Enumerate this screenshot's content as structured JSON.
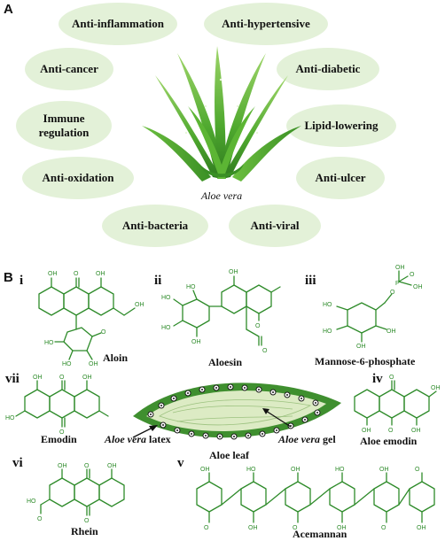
{
  "panelA": {
    "letter": "A",
    "activities": [
      "Anti-inflammation",
      "Anti-hypertensive",
      "Anti-cancer",
      "Anti-diabetic",
      "Immune",
      "regulation",
      "Lipid-lowering",
      "Anti-oxidation",
      "Anti-ulcer",
      "Anti-bacteria",
      "Anti-viral"
    ],
    "plant_label_italic": "Aloe vera"
  },
  "panelB": {
    "letter": "B",
    "compounds": {
      "i": "i",
      "ii": "ii",
      "iii": "iii",
      "iv": "iv",
      "v": "v",
      "vi": "vi",
      "vii": "vii",
      "aloin": "Aloin",
      "aloesin": "Aloesin",
      "m6p": "Mannose-6-phosphate",
      "emodin": "Emodin",
      "aloe_emodin": "Aloe emodin",
      "rhein": "Rhein",
      "acemannan": "Acemannan"
    },
    "leaf": {
      "title": "Aloe leaf",
      "latex_italic": "Aloe vera",
      "latex_suffix": " latex",
      "gel_italic": "Aloe vera",
      "gel_suffix": " gel"
    }
  },
  "colors": {
    "ellipse_fill": "#e3f1d8",
    "structure_green": "#2e8b2a",
    "leaf_dark": "#3f8f2f",
    "leaf_light": "#dcebc4"
  }
}
